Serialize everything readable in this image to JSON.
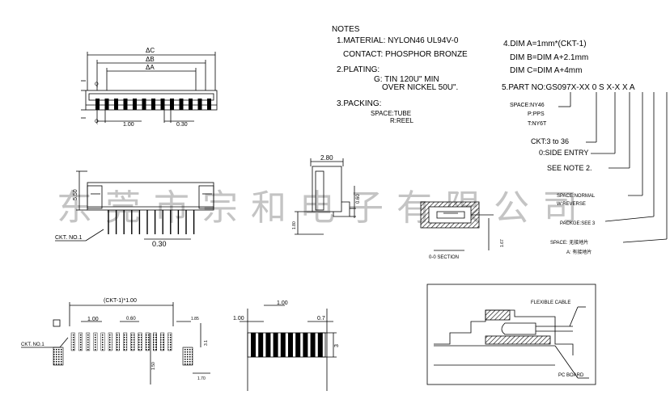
{
  "notes": {
    "title": "NOTES",
    "n1": "1.MATERIAL: NYLON46 UL94V-0",
    "n1b": "CONTACT: PHOSPHOR BRONZE",
    "n2": "2.PLATING:",
    "n2a": "G: TIN 120U\" MIN",
    "n2b": "OVER NICKEL 50U\".",
    "n3": "3.PACKING:",
    "n3a": "SPACE:TUBE",
    "n3b": "R:REEL",
    "n4": "4.DIM A=1mm*(CKT-1)",
    "n4b": "DIM B=DIM A+2.1mm",
    "n4c": "DIM C=DIM A+4mm",
    "n5": "5.PART NO:GS097X-XX 0 S X-X X A"
  },
  "part_callouts": {
    "space_ny46": "SPACE:NY46",
    "p_pps": "P:PPS",
    "t_ny6t": "T:NY6T",
    "ckt": "CKT:3 to 36",
    "side_entry": "0:SIDE ENTRY",
    "see_note2": "SEE NOTE 2.",
    "normal": "SPACE:NORMAL",
    "reverse": "W:REVERSE",
    "packge": "PACKGE:SEE 3",
    "space_no_lock": "SPACE: 无接地片",
    "a_lock": "A: 有接地片"
  },
  "watermark": "东莞市宗和电子有限公司",
  "top_view": {
    "dim_c": "C",
    "dim_b": "B",
    "dim_a": "A",
    "pitch": "1.00",
    "pin_w": "0.30"
  },
  "front_view": {
    "height": "5.50",
    "ckt_no": "CKT. NO.1",
    "pin_w": "0.30"
  },
  "side_view": {
    "width": "2.80",
    "height": "0.60",
    "lead": "1.80"
  },
  "section": {
    "label": "0-0 SECTION",
    "dim": "1.67"
  },
  "pcb_layout": {
    "span": "(CKT-1)*1.00",
    "pitch": "1.00",
    "pad_w": "0.60",
    "edge": "1.85",
    "ckt_no": "CKT. NO.1",
    "h1": "3.1",
    "h2": "1.50",
    "edge_b": "1.70"
  },
  "fpc_layout": {
    "d1": "1.00",
    "d2": "1.00",
    "d3": "0.7",
    "h": "3"
  },
  "assembly": {
    "cable": "FLEXIBLE CABLE",
    "board": "PC BOARD"
  }
}
